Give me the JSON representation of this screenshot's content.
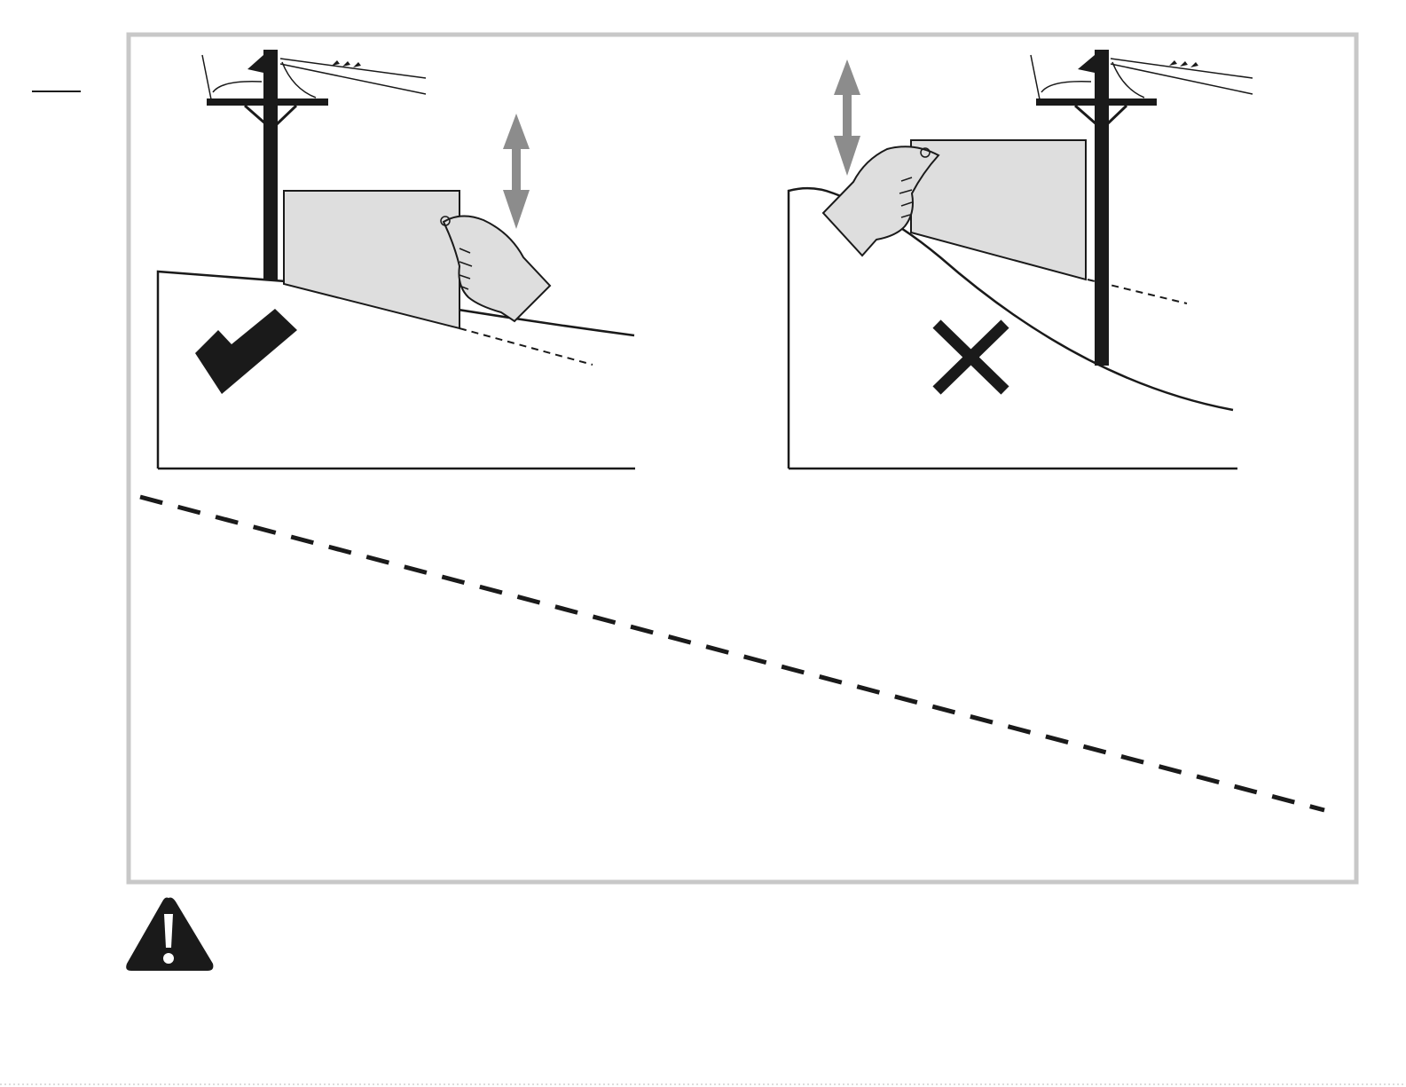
{
  "colors": {
    "ink": "#1a1a1a",
    "frame": "#c8c8c8",
    "panel_fill": "#dedede",
    "arrow": "#8c8c8c",
    "background": "#ffffff"
  },
  "scenes": [
    {
      "id": "correct",
      "verdict": "correct",
      "verdict_icon": "checkmark-icon",
      "description_icon": "hand-holding-panel-on-gentle-slope"
    },
    {
      "id": "incorrect",
      "verdict": "incorrect",
      "verdict_icon": "x-mark-icon",
      "description_icon": "hand-holding-panel-on-steep-slope"
    }
  ],
  "icons": {
    "utility_pole": "utility-pole-icon",
    "adjust_arrow": "double-arrow-vertical-icon",
    "warning": "warning-triangle-icon"
  }
}
